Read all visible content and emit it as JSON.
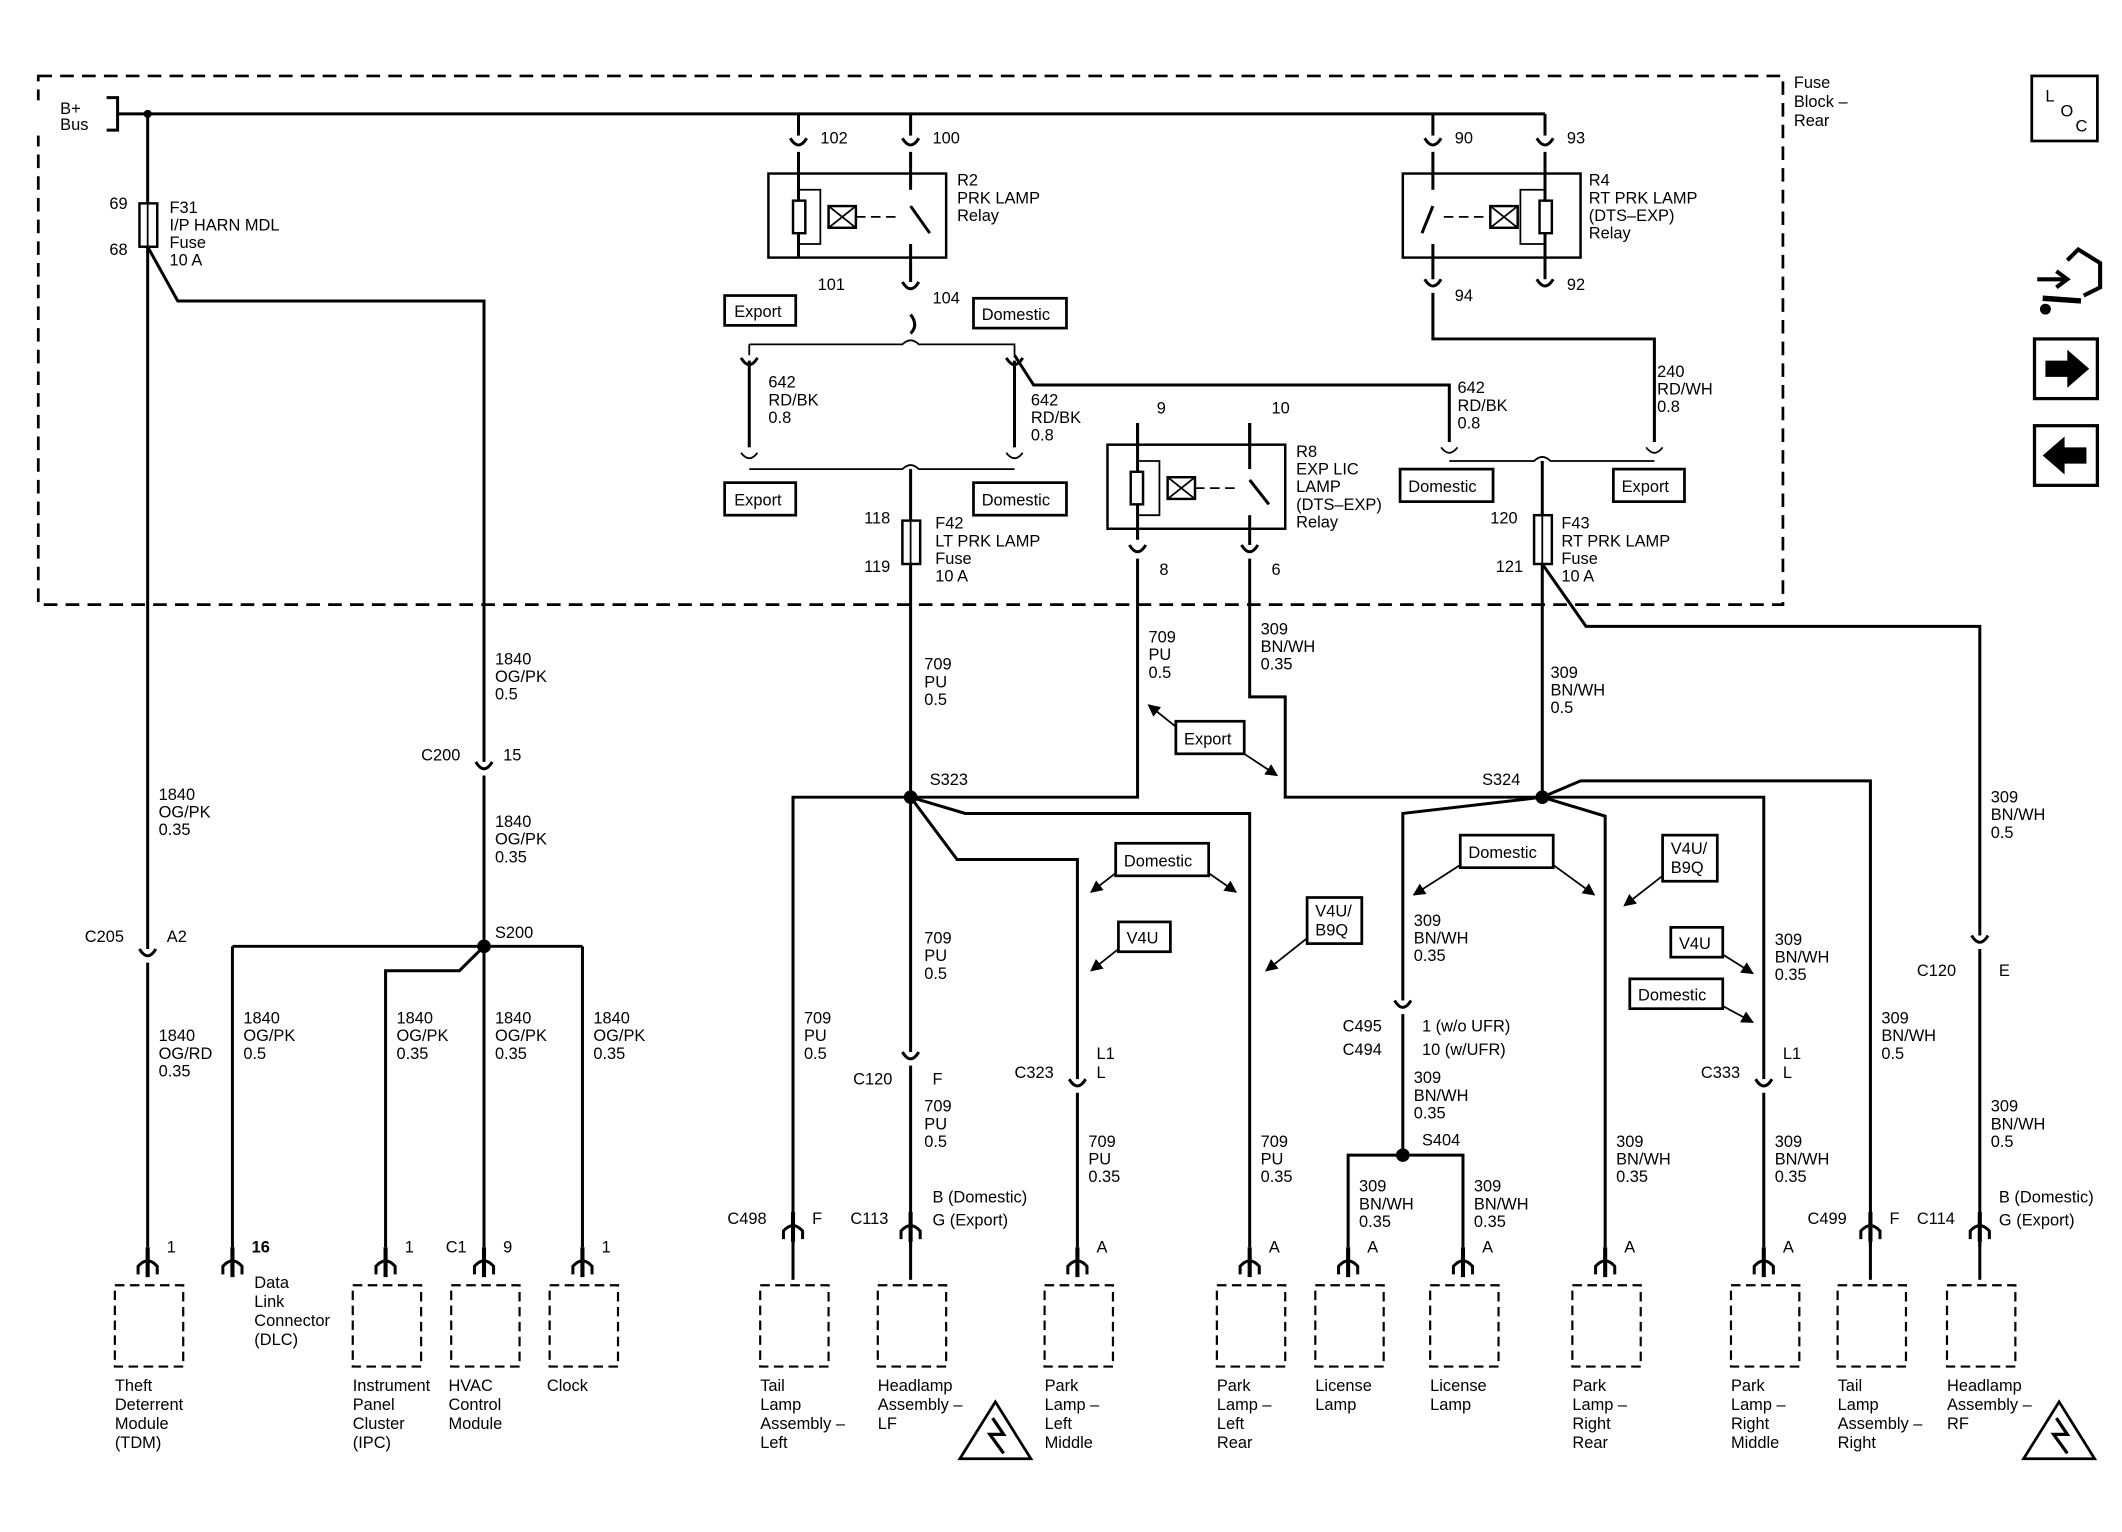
{
  "block": {
    "bus": [
      "B+",
      "Bus"
    ],
    "fuse_block": [
      "Fuse",
      "Block –",
      "Rear"
    ]
  },
  "f31": {
    "title": "F31",
    "lines": [
      "I/P HARN MDL",
      "Fuse",
      "10 A"
    ],
    "pin_top": "69",
    "pin_bot": "68"
  },
  "r2": {
    "lines": [
      "R2",
      "PRK LAMP",
      "Relay"
    ],
    "pins": [
      "102",
      "100",
      "101",
      "104"
    ]
  },
  "r4": {
    "lines": [
      "R4",
      "RT PRK LAMP",
      "(DTS–EXP)",
      "Relay"
    ],
    "pins": [
      "90",
      "93",
      "94",
      "92"
    ]
  },
  "r8": {
    "lines": [
      "R8",
      "EXP LIC",
      "LAMP",
      "(DTS–EXP)",
      "Relay"
    ],
    "pins": [
      "9",
      "10",
      "8",
      "6"
    ]
  },
  "f42": {
    "lines": [
      "F42",
      "LT PRK LAMP",
      "Fuse",
      "10 A"
    ],
    "pin_top": "118",
    "pin_bot": "119"
  },
  "f43": {
    "lines": [
      "F43",
      "RT PRK LAMP",
      "Fuse",
      "10 A"
    ],
    "pin_top": "120",
    "pin_bot": "121"
  },
  "labels": {
    "export": "Export",
    "domestic": "Domestic",
    "v4u": "V4U",
    "v4u_b9q": [
      "V4U/",
      "B9Q"
    ],
    "loc": [
      "L",
      "O",
      "C"
    ]
  },
  "wires": {
    "w642": [
      "642",
      "RD/BK",
      "0.8"
    ],
    "w240": [
      "240",
      "RD/WH",
      "0.8"
    ],
    "w709_05": [
      "709",
      "PU",
      "0.5"
    ],
    "w709_035": [
      "709",
      "PU",
      "0.35"
    ],
    "w309_035": [
      "309",
      "BN/WH",
      "0.35"
    ],
    "w309_05": [
      "309",
      "BN/WH",
      "0.5"
    ],
    "w1840_05": [
      "1840",
      "OG/PK",
      "0.5"
    ],
    "w1840_035": [
      "1840",
      "OG/PK",
      "0.35"
    ],
    "w1840_rd": [
      "1840",
      "OG/RD",
      "0.35"
    ]
  },
  "splices": {
    "s200": "S200",
    "s323": "S323",
    "s324": "S324",
    "s404": "S404"
  },
  "connectors": {
    "c205": "C205",
    "a2": "A2",
    "c200": "C200",
    "p15": "15",
    "c120": "C120",
    "f": "F",
    "e": "E",
    "c323": "C323",
    "c333": "C333",
    "l1": "L1",
    "l": "L",
    "c495": "C495",
    "c494": "C494",
    "c495_pins": [
      "1 (w/o UFR)",
      "10 (w/UFR)"
    ],
    "c498": "C498",
    "c499": "C499",
    "c113": "C113",
    "c114": "C114",
    "bg": [
      "B (Domestic)",
      "G (Export)"
    ],
    "a": "A",
    "p1": "1",
    "p16": "16",
    "c1": "C1",
    "p9": "9"
  },
  "components": {
    "tdm": [
      "Theft",
      "Deterrent",
      "Module",
      "(TDM)"
    ],
    "dlc": [
      "Data",
      "Link",
      "Connector",
      "(DLC)"
    ],
    "ipc": [
      "Instrument",
      "Panel",
      "Cluster",
      "(IPC)"
    ],
    "hvac": [
      "HVAC",
      "Control",
      "Module"
    ],
    "clock": [
      "Clock"
    ],
    "tail_lt": [
      "Tail",
      "Lamp",
      "Assembly –",
      "Left"
    ],
    "head_lf": [
      "Headlamp",
      "Assembly –",
      "LF"
    ],
    "park_lm": [
      "Park",
      "Lamp –",
      "Left",
      "Middle"
    ],
    "park_lr": [
      "Park",
      "Lamp –",
      "Left",
      "Rear"
    ],
    "lic1": [
      "License",
      "Lamp"
    ],
    "lic2": [
      "License",
      "Lamp"
    ],
    "park_rr": [
      "Park",
      "Lamp –",
      "Right",
      "Rear"
    ],
    "park_rm": [
      "Park",
      "Lamp –",
      "Right",
      "Middle"
    ],
    "tail_rt": [
      "Tail",
      "Lamp",
      "Assembly –",
      "Right"
    ],
    "head_rf": [
      "Headlamp",
      "Assembly –",
      "RF"
    ]
  },
  "icons": [
    "loc-icon",
    "component-locator-icon",
    "forward-arrow-icon",
    "back-arrow-icon",
    "esd-warning-icon"
  ]
}
